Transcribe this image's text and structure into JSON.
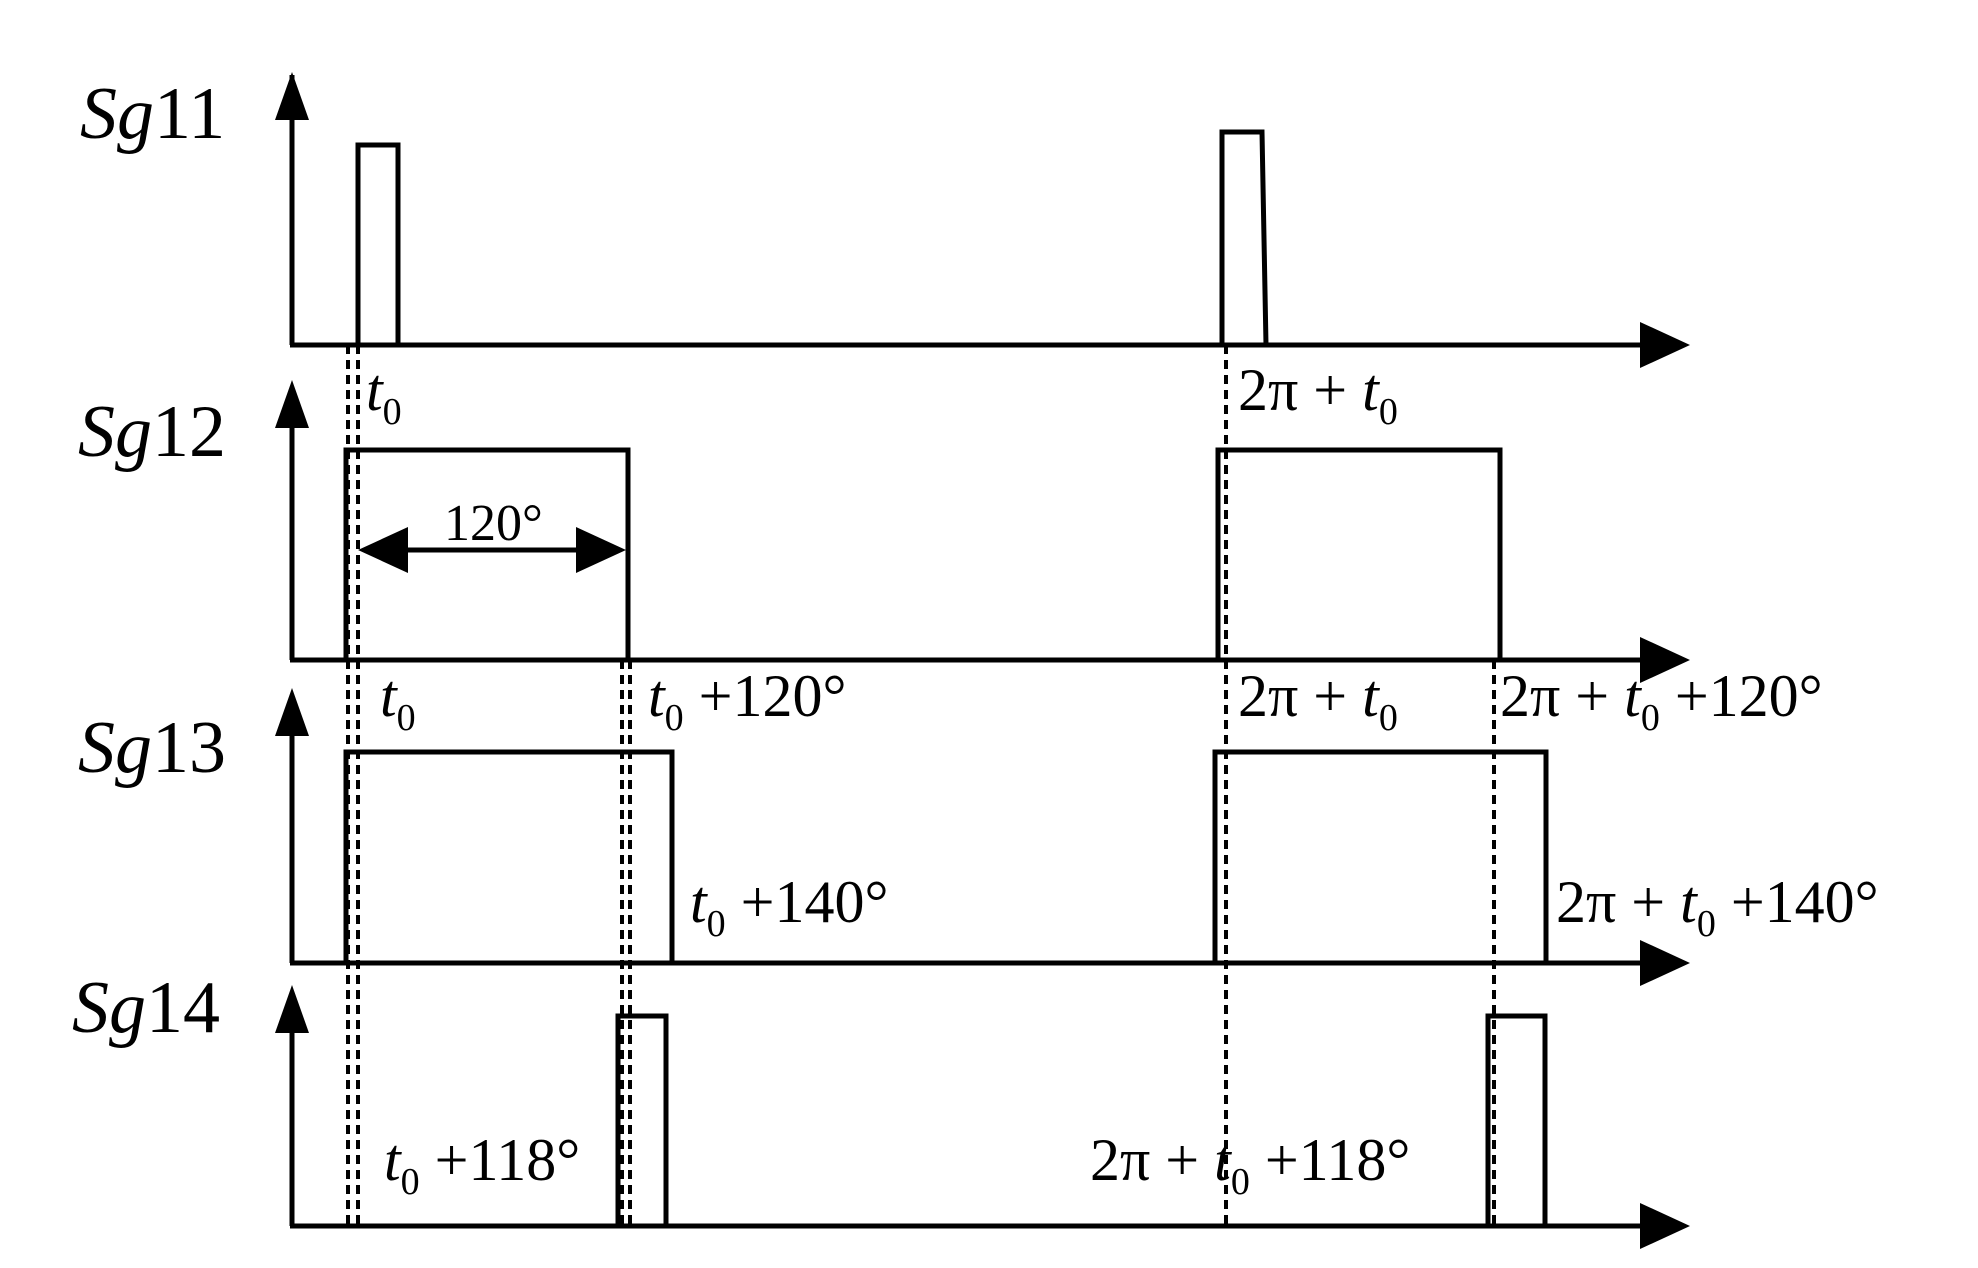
{
  "signals": [
    {
      "prefix": "Sg",
      "index": "11"
    },
    {
      "prefix": "Sg",
      "index": "12"
    },
    {
      "prefix": "Sg",
      "index": "13"
    },
    {
      "prefix": "Sg",
      "index": "14"
    }
  ],
  "labels": {
    "t0": {
      "var": "t",
      "sub": "0",
      "rest": ""
    },
    "two_pi_t0": {
      "lead": "2π + ",
      "var": "t",
      "sub": "0",
      "rest": ""
    },
    "t0_plus_120": {
      "var": "t",
      "sub": "0",
      "rest": " +120°"
    },
    "two_pi_t0_plus_120": {
      "lead": "2π + ",
      "var": "t",
      "sub": "0",
      "rest": " +120°"
    },
    "t0_plus_140": {
      "var": "t",
      "sub": "0",
      "rest": " +140°"
    },
    "two_pi_t0_plus_140": {
      "lead": "2π + ",
      "var": "t",
      "sub": "0",
      "rest": " +140°"
    },
    "t0_plus_118": {
      "var": "t",
      "sub": "0",
      "rest": " +118°"
    },
    "two_pi_t0_plus_118": {
      "lead": "2π + ",
      "var": "t",
      "sub": "0",
      "rest": " +118°"
    }
  },
  "annotations": {
    "width_120": "120°"
  }
}
